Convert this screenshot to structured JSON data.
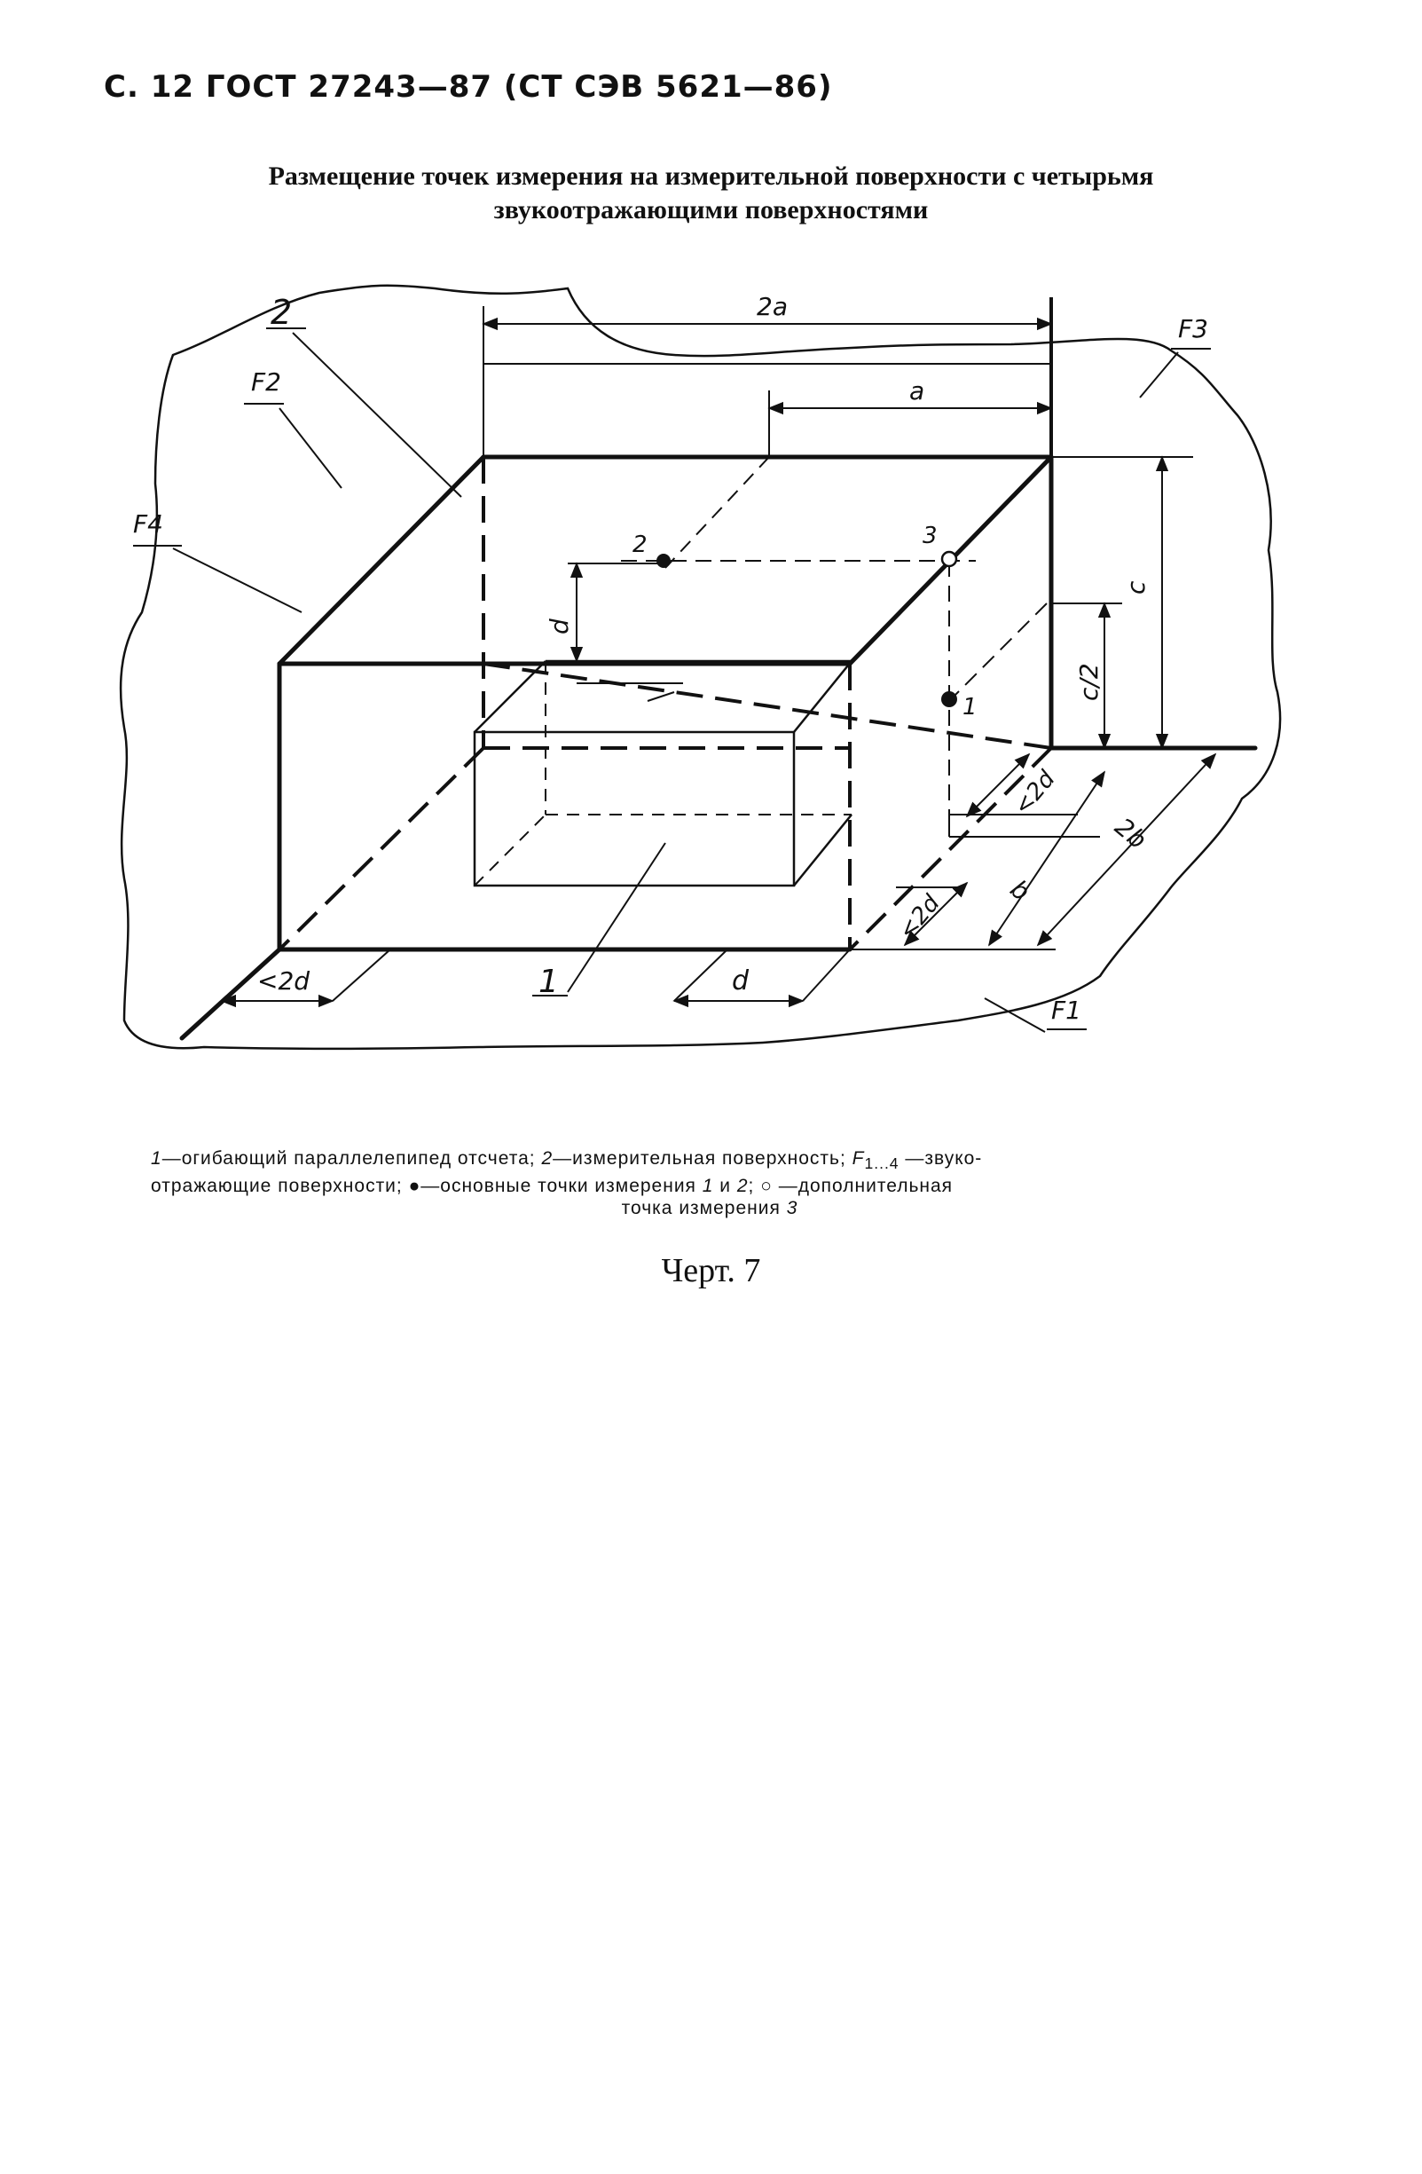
{
  "header": {
    "text": "С. 12 ГОСТ 27243—87 (СТ СЭВ 5621—86)"
  },
  "title": {
    "line1": "Размещение точек измерения на измерительной поверхности с четырьмя",
    "line2": "звукоотражающими поверхностями"
  },
  "figure": {
    "labels": {
      "two_a": "2a",
      "a": "a",
      "c": "c",
      "c_half": "c/2",
      "d_vertical": "d",
      "d_bottom": "d",
      "lt2d_left": "<2d",
      "lt2d_right_top": "<2d",
      "lt2d_right_bottom": "<2d",
      "b": "b",
      "two_b": "2b",
      "callout_1": "1",
      "callout_2": "2",
      "point_1": "1",
      "point_2": "2",
      "point_3": "3",
      "f1": "F1",
      "f2": "F2",
      "f3": "F3",
      "f4": "F4"
    }
  },
  "caption": {
    "line1_a": "1",
    "line1_b": "—огибающий параллелепипед отсчета; ",
    "line1_c": "2",
    "line1_d": "—измерительная поверхность; ",
    "line1_e": "F",
    "line1_f": "1...4",
    "line1_g": " —звуко-",
    "line2_a": "отражающие поверхности; ",
    "line2_b": "●",
    "line2_c": "—основные точки измерения ",
    "line2_d": "1",
    "line2_e": " и ",
    "line2_f": "2",
    "line2_g": "; ",
    "line2_h": "○",
    "line2_i": " —дополнительная",
    "line3_a": "точка измерения ",
    "line3_b": "3"
  },
  "figure_number": "Черт. 7"
}
